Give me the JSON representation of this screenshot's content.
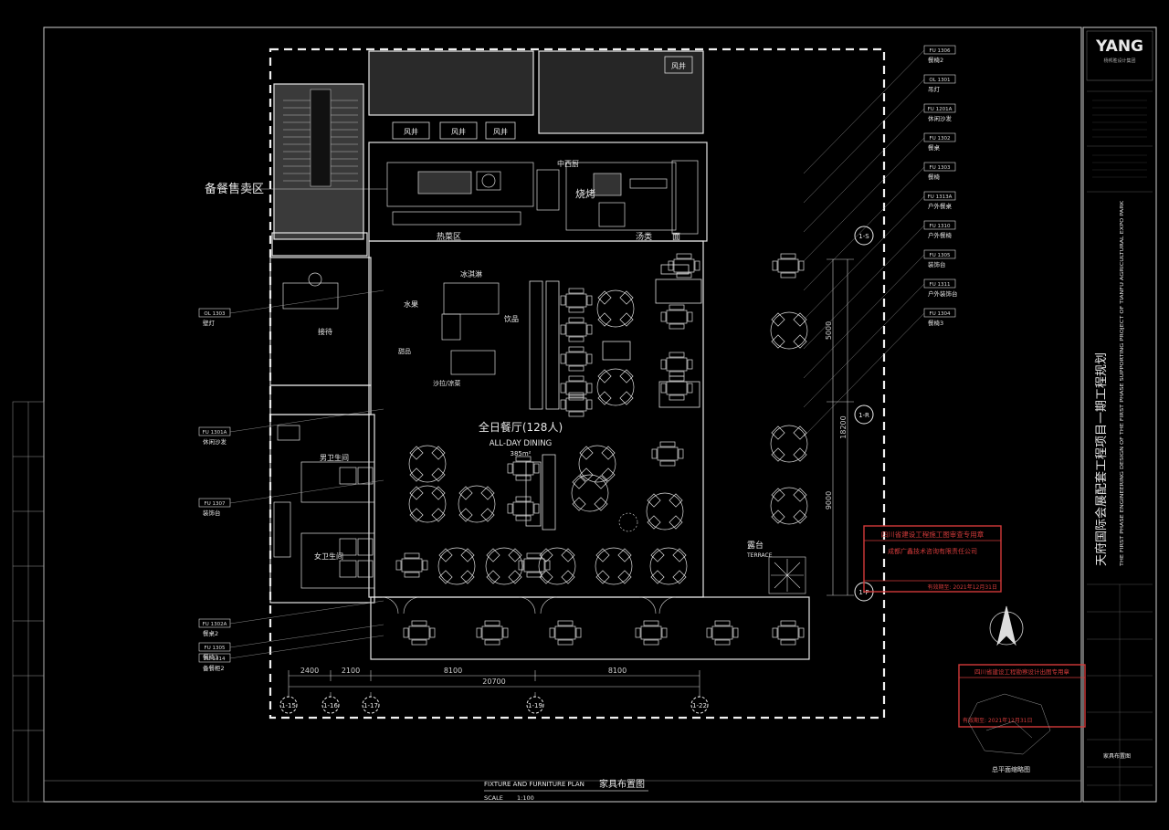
{
  "title_block": {
    "brand": "YANG",
    "project_cn": "天府国际会展配套工程项目一期工程规划",
    "project_en": "THE FIRST PHASE ENGINEERING DESIGN OF THE FIRST PHASE SUPPORTING PROJECT OF TIANFU AGRICULTURAL EXPO PARK",
    "drawing_title": "家具布置图"
  },
  "plan": {
    "title_en": "FIXTURE AND FURNITURE PLAN",
    "title_cn": "家具布置图",
    "scale_label": "SCALE",
    "scale_value": "1:100",
    "main_room_cn": "全日餐厅(128人)",
    "main_room_en": "ALL-DAY DINING",
    "main_room_area": "385m²",
    "prep_area": "备餐售卖区",
    "hot_kitchen": "热菜区",
    "soup": "汤类",
    "noodles": "面",
    "western_kitchen": "中西厨",
    "bbq": "烧烤",
    "ice_cream": "冰淇淋",
    "drinks": "饮品",
    "fruit": "水果",
    "dessert": "甜品",
    "cold_dishes": "沙拉/凉菜",
    "reception": "接待",
    "male_wc": "男卫生间",
    "female_wc": "女卫生间",
    "terrace_cn": "露台",
    "terrace_en": "TERRACE",
    "fan_room": "风井",
    "site_plan_label": "总平面缩略图"
  },
  "dimensions": {
    "bottom": [
      "2400",
      "2100",
      "8100",
      "8100"
    ],
    "bottom_total": "20700",
    "right": [
      "5000",
      "9000"
    ],
    "right_total": "18200"
  },
  "grid_axes": {
    "bottom": [
      "1-15",
      "1-16",
      "1-17",
      "1-19",
      "1-22"
    ],
    "right": [
      "1-S",
      "1-R",
      "1-P"
    ]
  },
  "legend_tags": [
    {
      "code": "FU 1306",
      "cn": "餐椅2"
    },
    {
      "code": "OL 1301",
      "cn": "吊灯"
    },
    {
      "code": "FU 1201A",
      "cn": "休闲沙发"
    },
    {
      "code": "FU 1302",
      "cn": "餐桌"
    },
    {
      "code": "FU 1303",
      "cn": "餐椅"
    },
    {
      "code": "FU 1313A",
      "cn": "户外餐桌"
    },
    {
      "code": "FU 1310",
      "cn": "户外餐椅"
    },
    {
      "code": "FU 1305",
      "cn": "装饰台"
    },
    {
      "code": "FU 1311",
      "cn": "户外装饰台"
    },
    {
      "code": "FU 1304",
      "cn": "餐椅3"
    }
  ],
  "left_tags": [
    {
      "code": "OL 1303",
      "cn": "壁灯"
    },
    {
      "code": "FU 1301A",
      "cn": "休闲沙发"
    },
    {
      "code": "FU 1307",
      "cn": "装饰台"
    },
    {
      "code": "FU 1302A",
      "cn": "餐桌2"
    },
    {
      "code": "FU 1305",
      "cn": "餐椅3"
    },
    {
      "code": "FU 1314",
      "cn": "备餐柜2"
    }
  ],
  "stamps": {
    "top": "四川省建设工程施工图审查专用章",
    "top_company": "成都广鑫技术咨询有限责任公司",
    "top_expiry": "有效期至: 2021年12月31日",
    "bottom": "四川省建设工程勘察设计出图专用章",
    "bottom_expiry": "有效期至: 2021年12月31日"
  },
  "colors": {
    "background": "#000000",
    "line": "#e6e6e6",
    "stamp": "#d23a3a"
  }
}
